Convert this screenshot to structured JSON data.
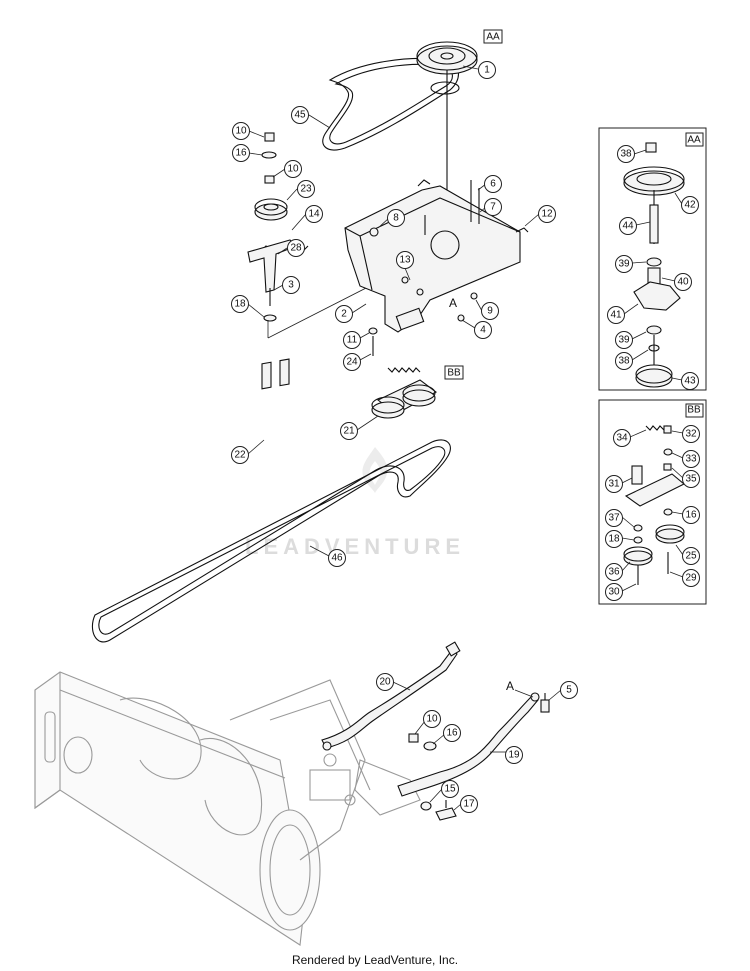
{
  "footer": "Rendered by LeadVenture, Inc.",
  "watermark": "LEADVENTURE",
  "detail_tags": {
    "aa": "AA",
    "bb": "BB"
  },
  "reference_markers": {
    "a_top": "A",
    "a_bottom": "A"
  },
  "callouts": {
    "c1": "1",
    "c2": "2",
    "c3": "3",
    "c4": "4",
    "c5": "5",
    "c6": "6",
    "c7": "7",
    "c8": "8",
    "c9": "9",
    "c10a": "10",
    "c10b": "10",
    "c10c": "10",
    "c11": "11",
    "c12": "12",
    "c13": "13",
    "c14": "14",
    "c15": "15",
    "c16a": "16",
    "c16b": "16",
    "c16c": "16",
    "c17": "17",
    "c18a": "18",
    "c18b": "18",
    "c19": "19",
    "c20": "20",
    "c21": "21",
    "c22": "22",
    "c23": "23",
    "c24": "24",
    "c25": "25",
    "c28": "28",
    "c29": "29",
    "c30": "30",
    "c31": "31",
    "c32": "32",
    "c33": "33",
    "c34": "34",
    "c35": "35",
    "c36": "36",
    "c37": "37",
    "c38a": "38",
    "c38b": "38",
    "c39a": "39",
    "c39b": "39",
    "c40": "40",
    "c41": "41",
    "c42": "42",
    "c43": "43",
    "c44": "44",
    "c45": "45",
    "c46": "46"
  }
}
